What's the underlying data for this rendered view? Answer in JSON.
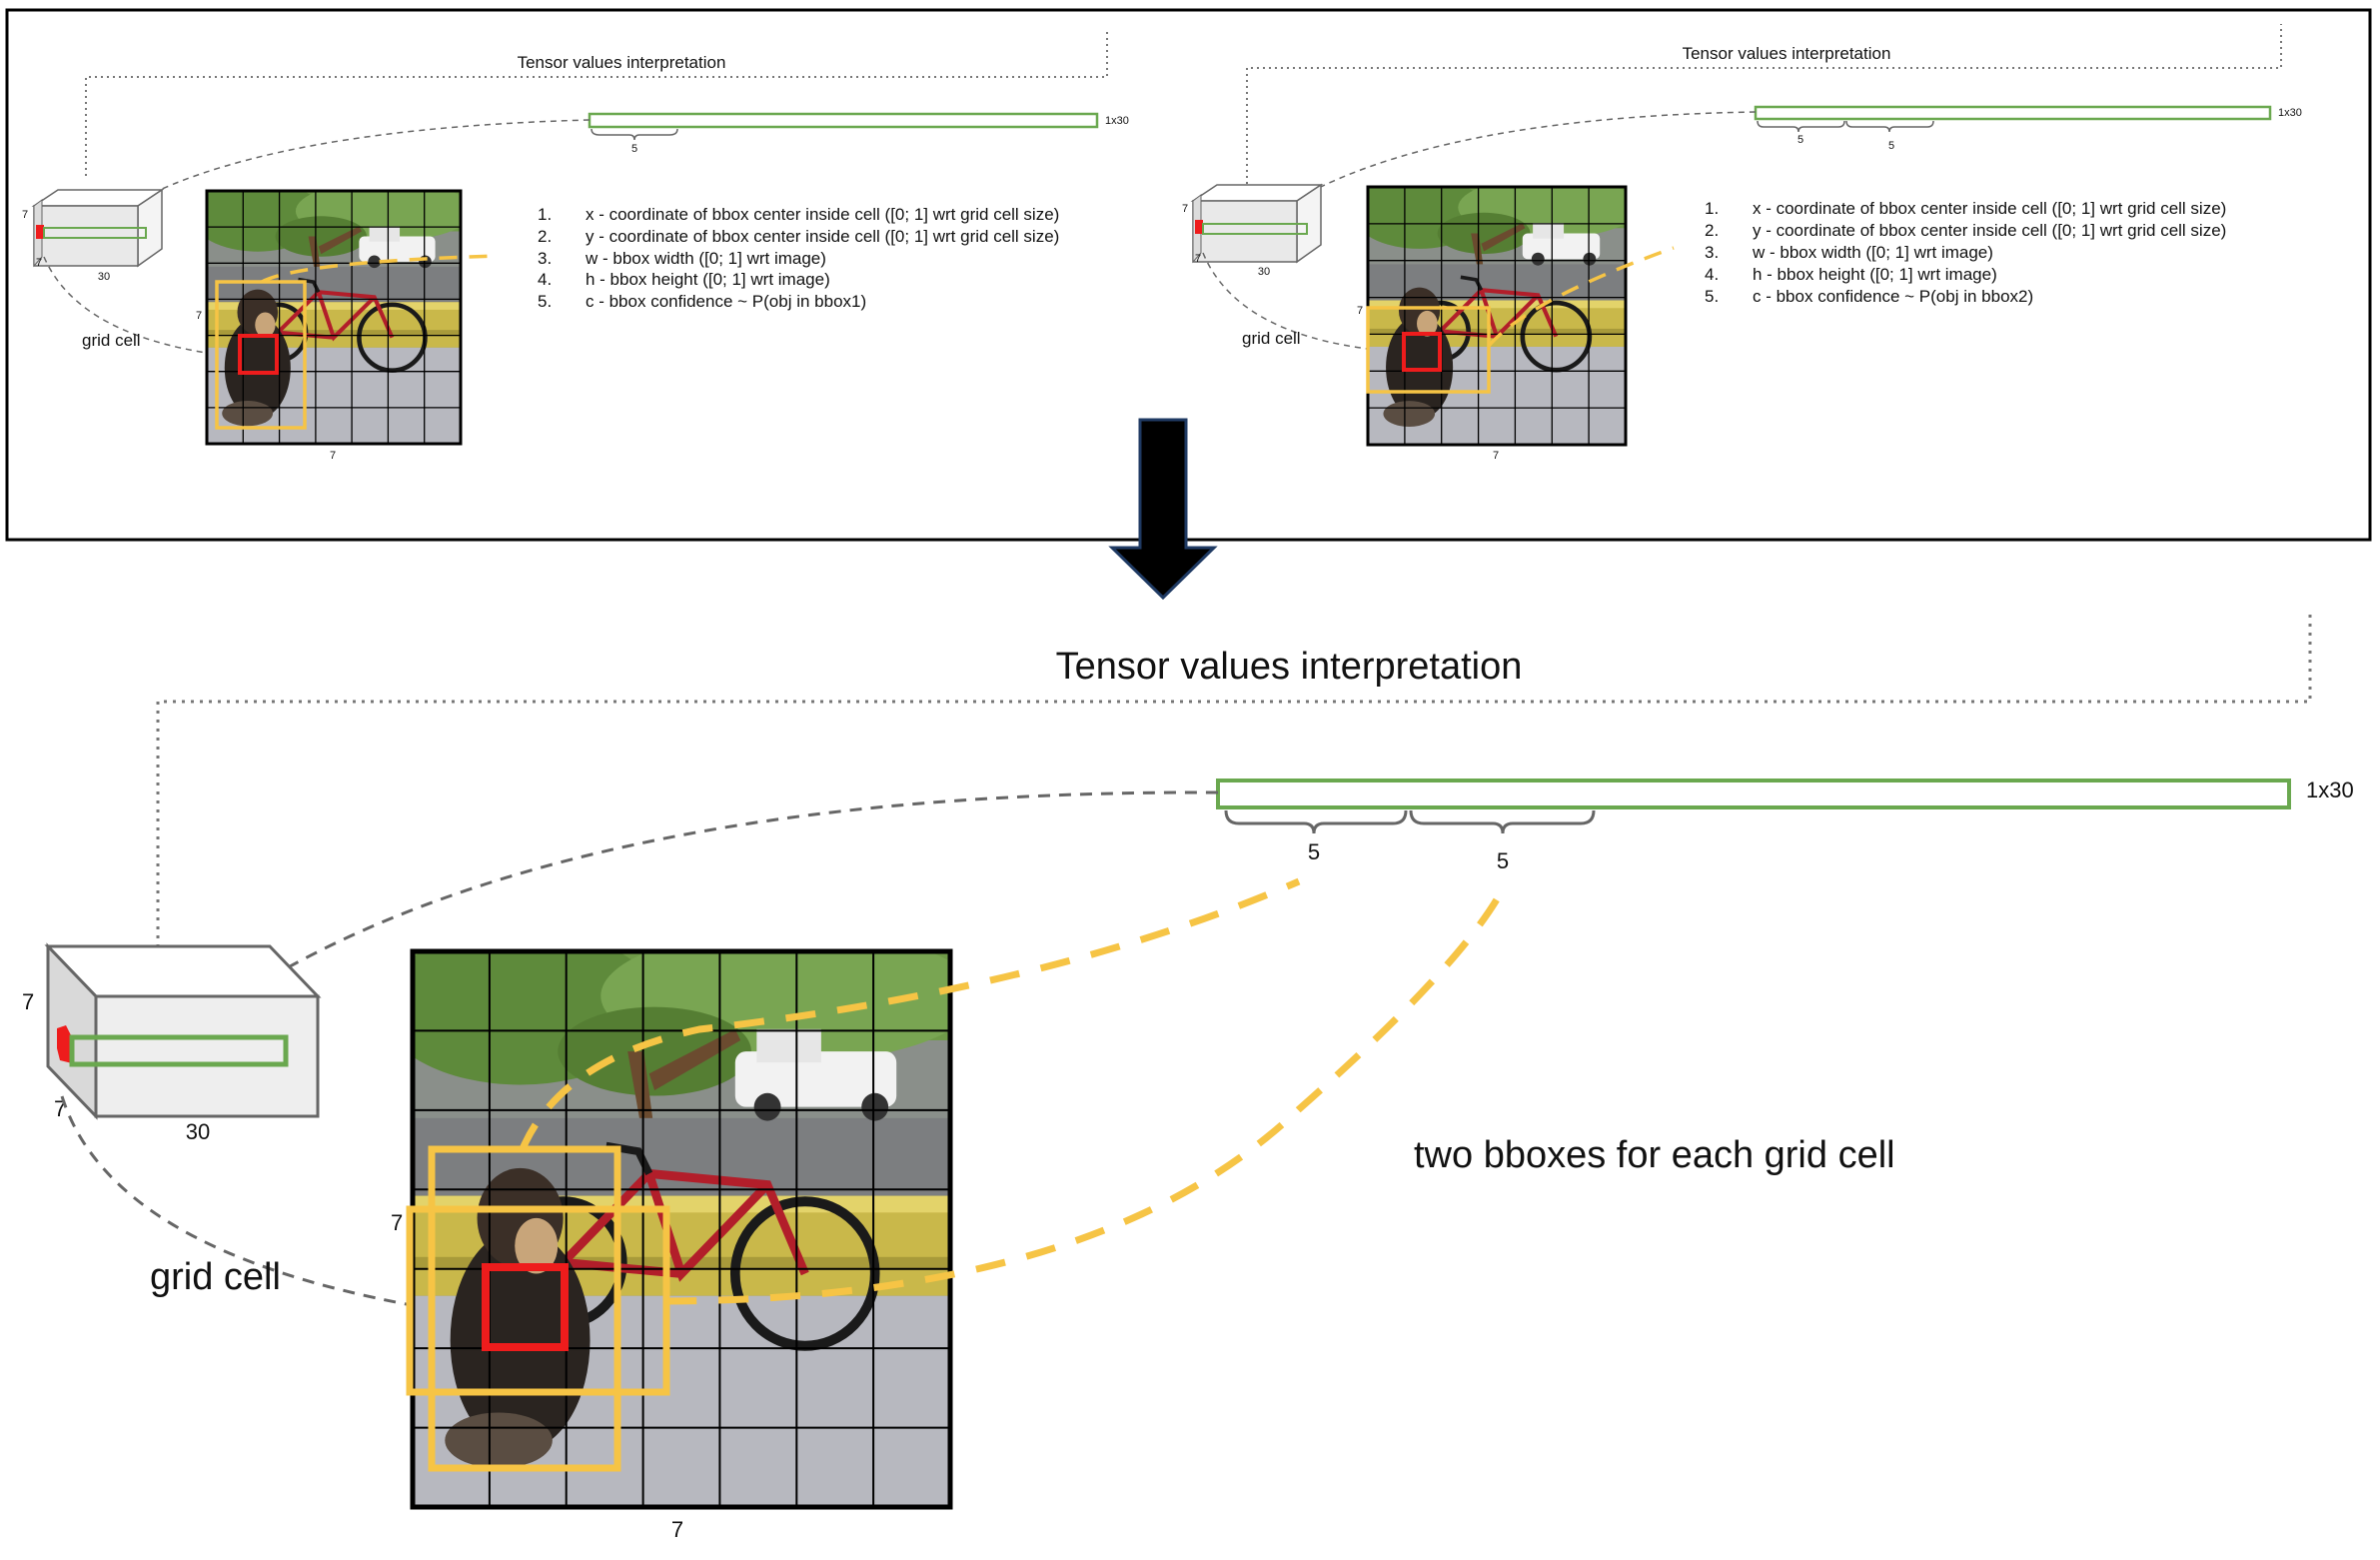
{
  "top_left": {
    "title": "Tensor values interpretation",
    "vector_size": "1x30",
    "segment_labels": [
      "5"
    ],
    "cube_dims": {
      "height": "7",
      "depth": "7",
      "width": "30"
    },
    "grid_cell_label": "grid cell",
    "image_dims": {
      "left": "7",
      "bottom": "7"
    },
    "list": [
      {
        "num": "1.",
        "text": "x - coordinate of bbox center inside cell ([0; 1] wrt grid cell size)"
      },
      {
        "num": "2.",
        "text": "y - coordinate of bbox center inside cell ([0; 1] wrt grid cell size)"
      },
      {
        "num": "3.",
        "text": "w - bbox width ([0; 1] wrt image)"
      },
      {
        "num": "4.",
        "text": "h - bbox height ([0; 1] wrt image)"
      },
      {
        "num": "5.",
        "text": "c - bbox confidence ~ P(obj in bbox1)"
      }
    ]
  },
  "top_right": {
    "title": "Tensor values interpretation",
    "vector_size": "1x30",
    "segment_labels": [
      "5",
      "5"
    ],
    "cube_dims": {
      "height": "7",
      "depth": "7",
      "width": "30"
    },
    "grid_cell_label": "grid cell",
    "image_dims": {
      "left": "7",
      "bottom": "7"
    },
    "list": [
      {
        "num": "1.",
        "text": "x - coordinate of bbox center inside cell ([0; 1] wrt grid cell size)"
      },
      {
        "num": "2.",
        "text": "y - coordinate of bbox center inside cell ([0; 1] wrt grid cell size)"
      },
      {
        "num": "3.",
        "text": "w - bbox width ([0; 1] wrt image)"
      },
      {
        "num": "4.",
        "text": "h - bbox height ([0; 1] wrt image)"
      },
      {
        "num": "5.",
        "text": "c - bbox confidence ~ P(obj in bbox2)"
      }
    ]
  },
  "bottom": {
    "title": "Tensor values interpretation",
    "vector_size": "1x30",
    "segment_labels": [
      "5",
      "5"
    ],
    "cube_dims": {
      "height": "7",
      "depth": "7",
      "width": "30"
    },
    "grid_cell_label": "grid cell",
    "image_dims": {
      "left": "7",
      "bottom": "7"
    },
    "caption": "two bboxes for each grid cell"
  },
  "colors": {
    "vector_green": "#6aa84f",
    "bbox_yellow": "#f6c445",
    "cell_red": "#ee1c1c",
    "arrow": "#000000",
    "arrow_outline": "#1f3a63"
  },
  "photo_description_icon": "dog-and-bicycle-photo"
}
